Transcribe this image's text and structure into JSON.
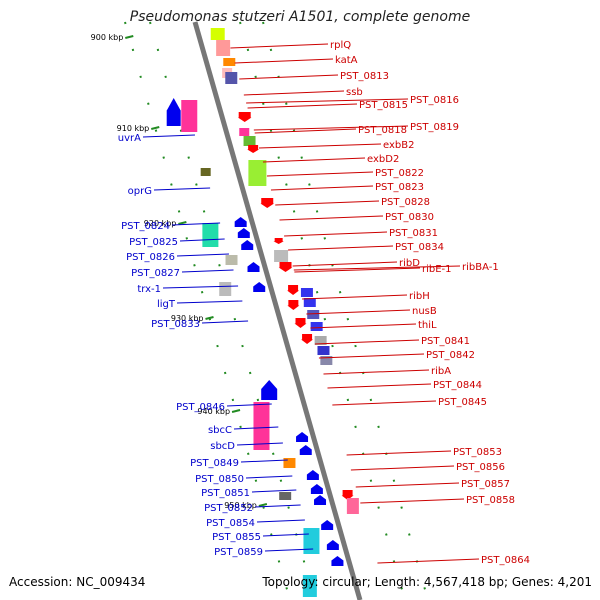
{
  "title": "Pseudomonas stutzeri A1501, complete genome",
  "accession": "Accession: NC_009434",
  "topology": "Topology: circular; Length: 4,567,418 bp; Genes: 4,201",
  "colors": {
    "forward_label": "#cc0000",
    "reverse_label": "#0000cc",
    "axis": "#888888",
    "dash": "#228b22",
    "forward_gene": "#ff0000",
    "reverse_gene": "#0000ee"
  },
  "ticks": [
    "900 kbp",
    "910 kbp",
    "920 kbp",
    "930 kbp",
    "940 kbp",
    "950 kbp"
  ],
  "right_labels": [
    "rplQ",
    "katA",
    "PST_0813",
    "ssb",
    "PST_0815",
    "PST_0816",
    "PST_0818",
    "PST_0819",
    "exbB2",
    "exbD2",
    "PST_0822",
    "PST_0823",
    "PST_0828",
    "PST_0830",
    "PST_0831",
    "PST_0834",
    "ribD",
    "ribE-1",
    "ribBA-1",
    "ribH",
    "nusB",
    "thiL",
    "PST_0841",
    "PST_0842",
    "ribA",
    "PST_0844",
    "PST_0845",
    "PST_0853",
    "PST_0856",
    "PST_0857",
    "PST_0858",
    "PST_0864"
  ],
  "left_labels": [
    "uvrA",
    "oprG",
    "PST_0824",
    "PST_0825",
    "PST_0826",
    "PST_0827",
    "trx-1",
    "ligT",
    "PST_0833",
    "PST_0846",
    "sbcC",
    "sbcD",
    "PST_0849",
    "PST_0850",
    "PST_0851",
    "PST_0852",
    "PST_0854",
    "PST_0855",
    "PST_0859"
  ]
}
